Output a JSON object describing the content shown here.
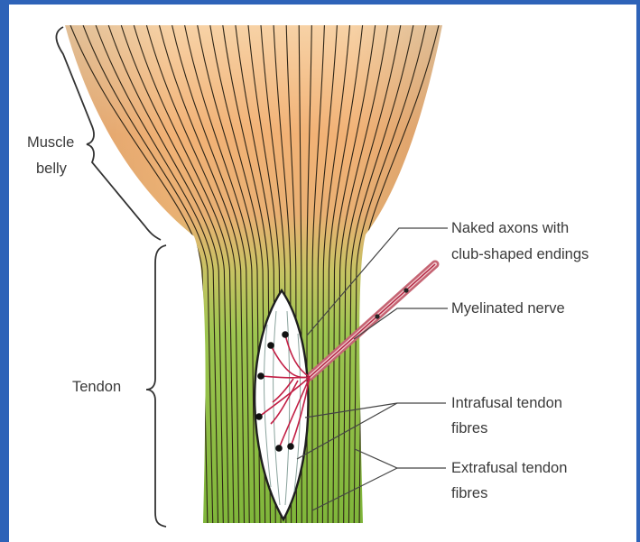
{
  "labels": {
    "muscle_belly_line1": "Muscle",
    "muscle_belly_line2": "belly",
    "tendon": "Tendon",
    "naked_axons_line1": "Naked axons with",
    "naked_axons_line2": "club-shaped endings",
    "myelinated_nerve": "Myelinated nerve",
    "intrafusal_line1": "Intrafusal tendon",
    "intrafusal_line2": "fibres",
    "extrafusal_line1": "Extrafusal tendon",
    "extrafusal_line2": "fibres"
  },
  "colors": {
    "frame": "#2e63b8",
    "muscle_top": "#f4c590",
    "muscle_mid": "#f0a262",
    "tendon_green": "#8cc04a",
    "tendon_dark": "#5d9a2a",
    "fibre_line": "#2d2416",
    "axon": "#c21f45",
    "nerve_sheath": "#d46a7a",
    "organ_fill": "#ffffff",
    "leader": "#444444"
  }
}
